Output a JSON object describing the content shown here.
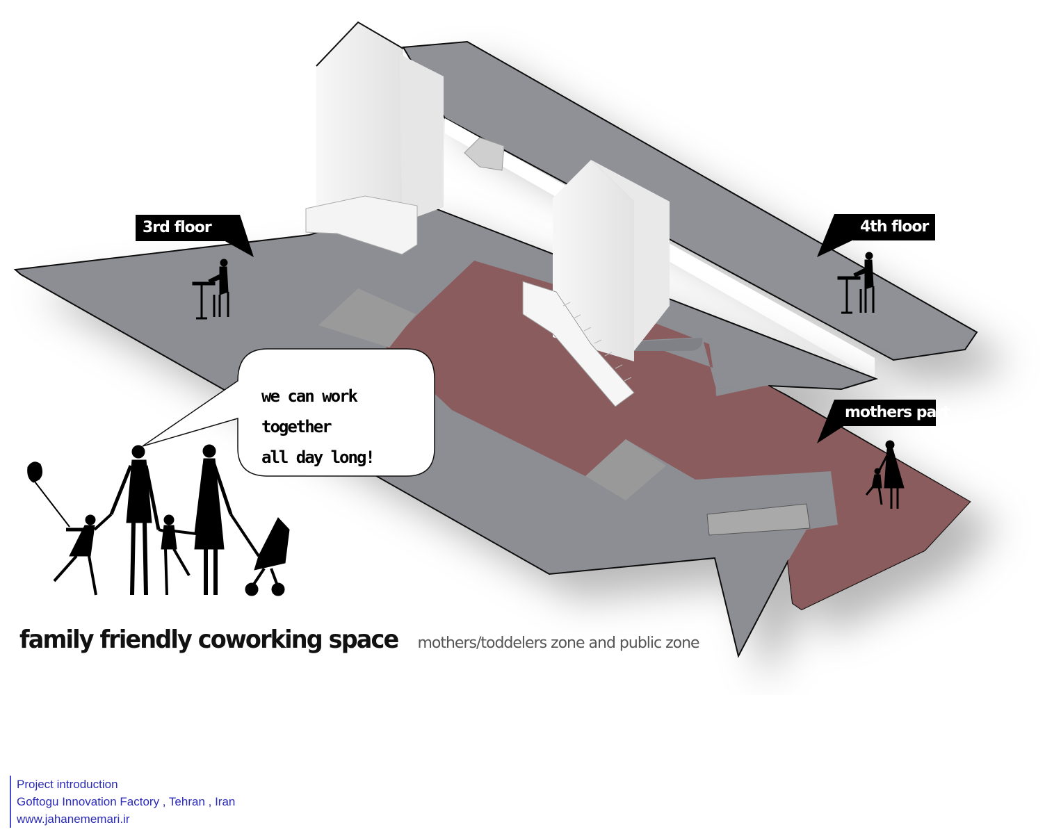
{
  "labels": {
    "third_floor": "3rd floor",
    "fourth_floor": "4th floor",
    "mothers_part": "mothers part"
  },
  "speech_bubble": {
    "line1": "we can work together",
    "line2": "all day long!"
  },
  "caption": {
    "title": "family friendly coworking space",
    "subtitle": "mothers/toddelers zone and public zone"
  },
  "footer": {
    "line1": "Project introduction",
    "line2": "Goftogu Innovation Factory , Tehran , Iran",
    "line3": "www.jahanememari.ir"
  },
  "colors": {
    "public_zone": "#8c8e93",
    "mothers_zone": "#8a5a5a",
    "walls": "#ececec",
    "label_bg": "#000000",
    "footer_text": "#2a2ab8"
  },
  "icons": [
    "family-silhouette-icon",
    "stroller-icon",
    "desk-worker-icon",
    "mother-child-icon"
  ]
}
